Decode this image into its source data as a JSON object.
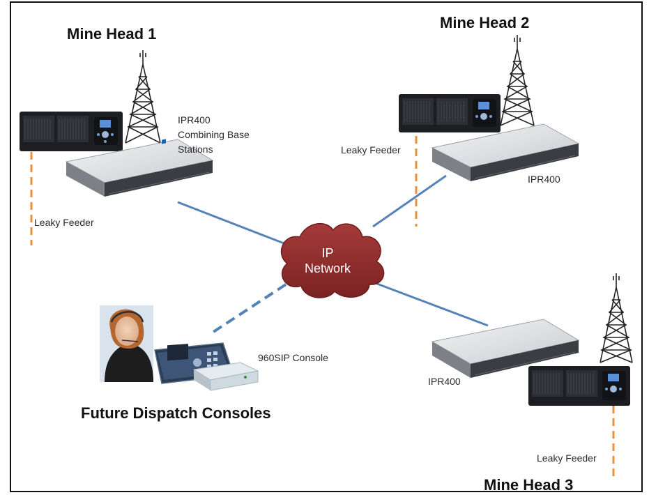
{
  "titles": {
    "mine_head_1": "Mine Head 1",
    "mine_head_2": "Mine Head 2",
    "mine_head_3": "Mine Head 3",
    "future_consoles": "Future Dispatch Consoles"
  },
  "labels": {
    "ipr400_combining_line1": "IPR400",
    "ipr400_combining_line2": "Combining Base",
    "ipr400_combining_line3": "Stations",
    "ipr400_site2": "IPR400",
    "ipr400_site3": "IPR400",
    "leaky_feeder_1": "Leaky Feeder",
    "leaky_feeder_2": "Leaky Feeder",
    "leaky_feeder_3": "Leaky Feeder",
    "console": "960SIP Console"
  },
  "network": {
    "line1": "IP",
    "line2": "Network"
  },
  "colors": {
    "cloud": "#8e2b2b",
    "link": "#4f7fb3",
    "feeder": "#e8903a",
    "tower": "#222222"
  }
}
